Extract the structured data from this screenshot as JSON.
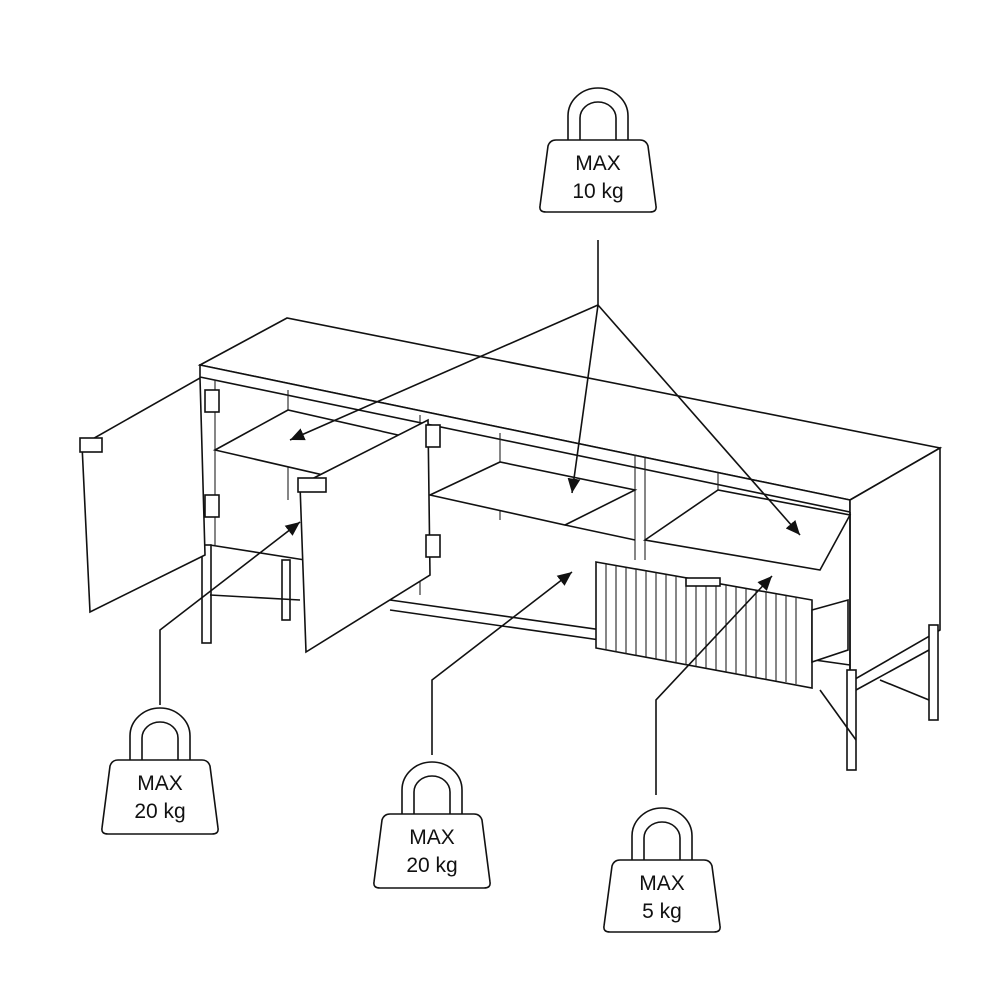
{
  "weights": [
    {
      "id": "top-shelves",
      "max_label": "MAX",
      "load": "10 kg"
    },
    {
      "id": "left-compartment",
      "max_label": "MAX",
      "load": "20 kg"
    },
    {
      "id": "middle-bottom",
      "max_label": "MAX",
      "load": "20 kg"
    },
    {
      "id": "drawer",
      "max_label": "MAX",
      "load": "5 kg"
    }
  ],
  "colors": {
    "line": "#111111",
    "background": "#ffffff"
  }
}
